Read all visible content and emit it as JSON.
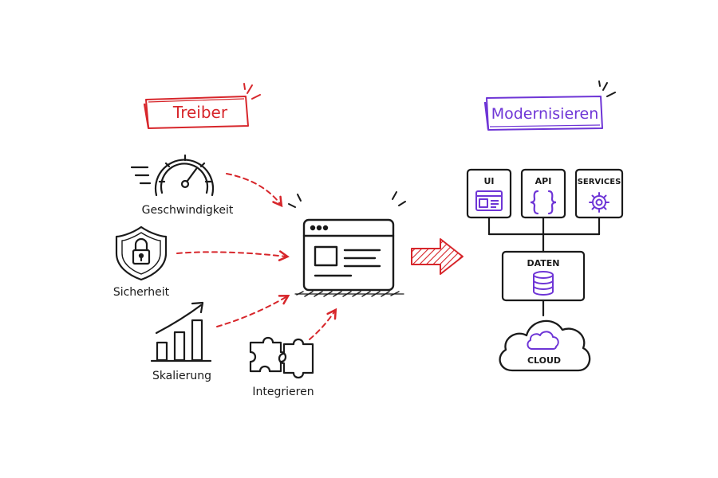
{
  "left": {
    "title": "Treiber",
    "drivers": [
      {
        "label": "Geschwindigkeit",
        "icon": "speedometer-icon"
      },
      {
        "label": "Sicherheit",
        "icon": "shield-lock-icon"
      },
      {
        "label": "Skalierung",
        "icon": "growth-chart-icon"
      },
      {
        "label": "Integrieren",
        "icon": "puzzle-icon"
      }
    ],
    "center_icon": "browser-window-icon"
  },
  "right": {
    "title": "Modernisieren",
    "top_boxes": [
      {
        "label": "UI",
        "icon": "ui-layout-icon"
      },
      {
        "label": "API",
        "icon": "curly-braces-icon"
      },
      {
        "label": "SERVICES",
        "icon": "gear-icon"
      }
    ],
    "data_box": {
      "label": "DATEN",
      "icon": "database-icon"
    },
    "cloud": {
      "label": "CLOUD",
      "icon": "cloud-icon"
    }
  },
  "colors": {
    "red_accent": "#d7262b",
    "purple_accent": "#6e35d6",
    "ink": "#1a1a1a"
  }
}
